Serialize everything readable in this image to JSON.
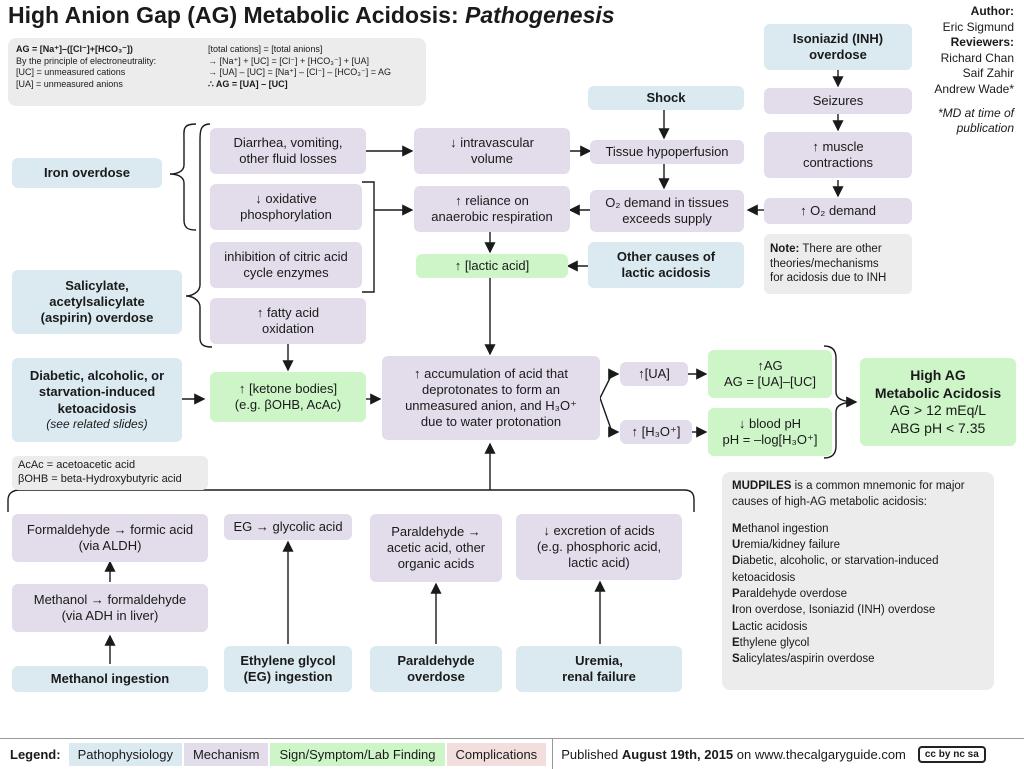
{
  "title": {
    "main": "High Anion Gap (AG) Metabolic Acidosis: ",
    "italic": "Pathogenesis"
  },
  "author": {
    "label": "Author:",
    "name": "Eric Sigmund",
    "reviewers_label": "Reviewers:",
    "reviewers": [
      "Richard Chan",
      "Saif Zahir",
      "Andrew Wade*"
    ],
    "note": [
      "*MD at time of",
      "publication"
    ]
  },
  "formula": {
    "left": [
      "AG = [Na⁺]–([Cl⁻]+[HCO₃⁻])",
      "By the principle of electroneutrality:",
      "[UC] = unmeasured cations",
      "[UA] = unmeasured anions"
    ],
    "right": [
      "[total cations] = [total anions]",
      "→ [Na⁺] + [UC] = [Cl⁻] + [HCO₃⁻] + [UA]",
      "→ [UA] – [UC] = [Na⁺] – [Cl⁻] – [HCO₃⁻] = AG",
      "∴ AG = [UA] – [UC]"
    ]
  },
  "nodes": {
    "iron": [
      "Iron overdose"
    ],
    "salicylate": [
      "Salicylate,",
      "acetylsalicylate",
      "(aspirin) overdose"
    ],
    "dka": [
      "Diabetic, alcoholic, or",
      "starvation-induced",
      "ketoacidosis"
    ],
    "dka_note": "(see related slides)",
    "diarrhea": [
      "Diarrhea, vomiting,",
      "other fluid losses"
    ],
    "oxphos": [
      "↓ oxidative",
      "phosphorylation"
    ],
    "citric": [
      "inhibition of citric acid",
      "cycle enzymes"
    ],
    "fatty": [
      "↑ fatty acid",
      "oxidation"
    ],
    "ketone": [
      "↑ [ketone bodies]",
      "(e.g. βOHB, AcAc)"
    ],
    "intravasc": [
      "↓ intravascular",
      "volume"
    ],
    "anaerobic": [
      "↑ reliance on",
      "anaerobic respiration"
    ],
    "lactic": [
      "↑ [lactic acid]"
    ],
    "shock": [
      "Shock"
    ],
    "hypoperf": [
      "Tissue hypoperfusion"
    ],
    "o2demand": [
      "O₂ demand in tissues",
      "exceeds supply"
    ],
    "othercauses": [
      "Other causes of",
      "lactic acidosis"
    ],
    "inh": [
      "Isoniazid (INH)",
      "overdose"
    ],
    "seizures": [
      "Seizures"
    ],
    "muscle": [
      "↑ muscle",
      "contractions"
    ],
    "o2up": [
      "↑ O₂ demand"
    ],
    "inh_note_label": "Note:",
    "inh_note": [
      "There are other",
      "theories/mechanisms",
      "for acidosis due to INH"
    ],
    "accum": [
      "↑ accumulation of acid that",
      "deprotonates to form an",
      "unmeasured anion, and H₃O⁺",
      "due to water protonation"
    ],
    "ua": [
      "↑[UA]"
    ],
    "h3o": [
      "↑ [H₃O⁺]"
    ],
    "ag": [
      "↑AG",
      "AG = [UA]–[UC]"
    ],
    "bloodph": [
      "↓ blood pH",
      "pH = –log[H₃O⁺]"
    ],
    "result": [
      "High AG",
      "Metabolic Acidosis",
      "AG > 12 mEq/L",
      "ABG pH < 7.35"
    ],
    "abbr": [
      "AcAc = acetoacetic acid",
      "βOHB = beta-Hydroxybutyric acid"
    ],
    "formic": [
      "Formaldehyde → formic acid",
      "(via ALDH)"
    ],
    "methanol_fa": [
      "Methanol → formaldehyde",
      "(via ADH in liver)"
    ],
    "methanol_ing": [
      "Methanol ingestion"
    ],
    "glycolic": [
      "EG → glycolic acid"
    ],
    "eg_ing": [
      "Ethylene glycol",
      "(EG) ingestion"
    ],
    "paraldehyde": [
      "Paraldehyde →",
      "acetic acid, other",
      "organic acids"
    ],
    "para_od": [
      "Paraldehyde",
      "overdose"
    ],
    "excretion": [
      "↓ excretion of acids",
      "(e.g. phosphoric acid,",
      "lactic acid)"
    ],
    "uremia": [
      "Uremia,",
      "renal failure"
    ]
  },
  "mnemonic": {
    "intro_bold": "MUDPILES",
    "intro": " is a common mnemonic for major causes of high-AG metabolic acidosis:",
    "items": [
      {
        "b": "M",
        "t": "ethanol ingestion"
      },
      {
        "b": "U",
        "t": "remia/kidney failure"
      },
      {
        "b": "D",
        "t": "iabetic, alcoholic, or starvation-induced ketoacidosis"
      },
      {
        "b": "P",
        "t": "araldehyde overdose"
      },
      {
        "b": "I",
        "t": "ron overdose, Isoniazid (INH) overdose"
      },
      {
        "b": "L",
        "t": "actic acidosis"
      },
      {
        "b": "E",
        "t": "thylene glycol"
      },
      {
        "b": "S",
        "t": "alicylates/aspirin overdose"
      }
    ]
  },
  "legend": {
    "label": "Legend:",
    "items": [
      "Pathophysiology",
      "Mechanism",
      "Sign/Symptom/Lab Finding",
      "Complications"
    ],
    "colors": [
      "#dbeaf1",
      "#e3dcea",
      "#cdf5c8",
      "#f3dede"
    ],
    "published_prefix": "Published ",
    "published_date": "August 19th, 2015",
    "published_suffix": " on www.thecalgaryguide.com",
    "license": "cc by nc sa"
  }
}
